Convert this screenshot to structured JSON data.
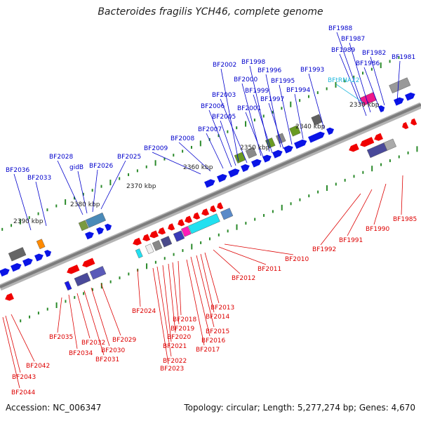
{
  "title": "Bacteroides fragilis YCH46, complete genome",
  "footer": {
    "accession": "Accession: NC_006347",
    "topology": "Topology: circular; Length: 5,277,274 bp; Genes: 4,670"
  },
  "colors": {
    "backbone": "#8c8c8c",
    "ticks": "#2a8a2a",
    "forward_label": "#0000cc",
    "reverse_label": "#dd0000",
    "rna_label": "#22b8dd",
    "forward_gene": "#0a14e6",
    "reverse_gene": "#f00000"
  },
  "ruler": [
    "2330 kbp",
    "2340 kbp",
    "2350 kbp",
    "2360 kbp",
    "2370 kbp",
    "2380 kbp",
    "2390 kbp"
  ],
  "forward_genes": [
    "BF1981",
    "BF1982",
    "BF1986",
    "BF1987",
    "BF1988",
    "BF1989",
    "BFtRNA22",
    "BF1993",
    "BF1994",
    "BF1995",
    "BF1996",
    "BF1997",
    "BF1998",
    "BF1999",
    "BF2000",
    "BF2001",
    "BF2002",
    "BF2003",
    "BF2005",
    "BF2006",
    "BF2007",
    "BF2008",
    "BF2009",
    "BF2025",
    "BF2026",
    "gidB",
    "BF2028",
    "BF2033",
    "BF2036"
  ],
  "reverse_genes": [
    "BF1985",
    "BF1990",
    "BF1991",
    "BF1992",
    "BF2010",
    "BF2011",
    "BF2012",
    "BF2013",
    "BF2014",
    "BF2015",
    "BF2016",
    "BF2017",
    "BF2018",
    "BF2019",
    "BF2020",
    "BF2021",
    "BF2022",
    "BF2023",
    "BF2024",
    "BF2029",
    "BF2030",
    "BF2031",
    "BF2032",
    "BF2034",
    "BF2035",
    "BF2042",
    "BF2043",
    "BF2044"
  ]
}
